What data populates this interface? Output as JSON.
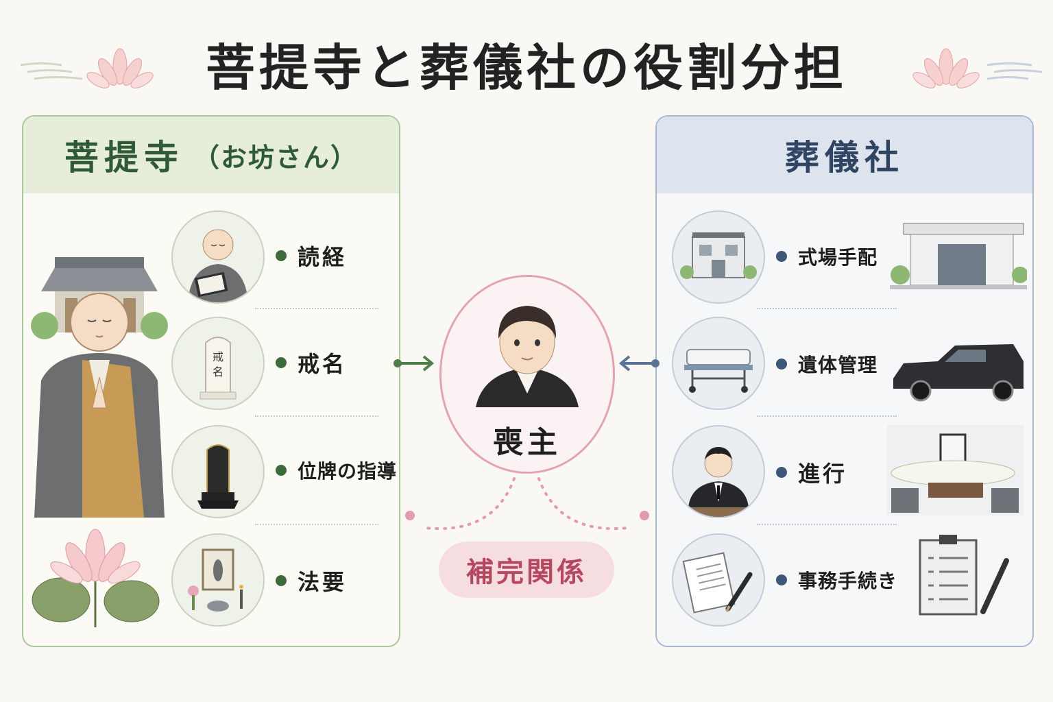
{
  "title": "菩提寺と葬儀社の役割分担",
  "temple": {
    "heading": "菩提寺",
    "heading_paren": "（お坊さん）",
    "roles": [
      {
        "label": "読経",
        "icon": "monk-reading-sutra-icon"
      },
      {
        "label": "戒名",
        "icon": "kaimyo-tablet-icon"
      },
      {
        "label": "位牌の指導",
        "icon": "ihai-memorial-tablet-icon"
      },
      {
        "label": "法要",
        "icon": "buddhist-altar-icon"
      }
    ],
    "tablet_text": "戒名",
    "accent": "#3b6b3a"
  },
  "funeral_home": {
    "heading": "葬儀社",
    "roles": [
      {
        "label": "式場手配",
        "icon": "ceremony-hall-icon"
      },
      {
        "label": "遺体管理",
        "icon": "casket-stretcher-icon"
      },
      {
        "label": "進行",
        "icon": "funeral-director-icon"
      },
      {
        "label": "事務手続き",
        "icon": "documents-pen-icon"
      }
    ],
    "accent": "#3c5778"
  },
  "center": {
    "label": "喪主",
    "relation": "補完関係",
    "accent": "#b5485f"
  }
}
